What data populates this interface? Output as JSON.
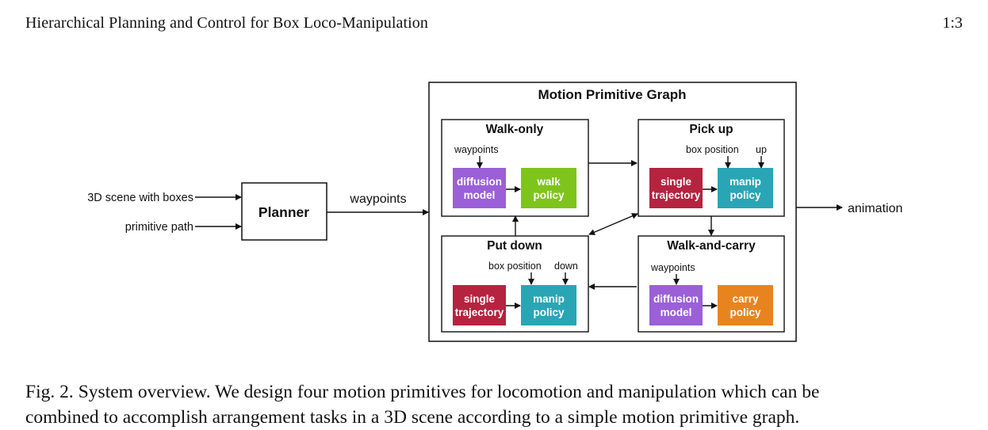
{
  "header": {
    "running_title": "Hierarchical Planning and Control for Box Loco-Manipulation",
    "page_number": "1:3"
  },
  "figure": {
    "inputs": {
      "scene": "3D scene with boxes",
      "path": "primitive path"
    },
    "planner": {
      "label": "Planner",
      "output_label": "waypoints"
    },
    "graph_title": "Motion Primitive Graph",
    "output_label": "animation",
    "primitives": {
      "walk_only": {
        "title": "Walk-only",
        "input_labels": [
          "waypoints"
        ],
        "modules": [
          {
            "line1": "diffusion",
            "line2": "model",
            "color": "#9b5fd8"
          },
          {
            "line1": "walk",
            "line2": "policy",
            "color": "#7fc41c"
          }
        ]
      },
      "pick_up": {
        "title": "Pick up",
        "input_labels": [
          "box position",
          "up"
        ],
        "modules": [
          {
            "line1": "single",
            "line2": "trajectory",
            "color": "#b5233f"
          },
          {
            "line1": "manip",
            "line2": "policy",
            "color": "#2aa5b5"
          }
        ]
      },
      "put_down": {
        "title": "Put down",
        "input_labels": [
          "box position",
          "down"
        ],
        "modules": [
          {
            "line1": "single",
            "line2": "trajectory",
            "color": "#b5233f"
          },
          {
            "line1": "manip",
            "line2": "policy",
            "color": "#2aa5b5"
          }
        ]
      },
      "walk_and_carry": {
        "title": "Walk-and-carry",
        "input_labels": [
          "waypoints"
        ],
        "modules": [
          {
            "line1": "diffusion",
            "line2": "model",
            "color": "#9b5fd8"
          },
          {
            "line1": "carry",
            "line2": "policy",
            "color": "#e8841f"
          }
        ]
      }
    }
  },
  "caption": {
    "label": "Fig. 2.",
    "line1": "System overview. We design four motion primitives for locomotion and manipulation which can be",
    "line2": "combined to accomplish arrangement tasks in a 3D scene according to a simple motion primitive graph."
  }
}
